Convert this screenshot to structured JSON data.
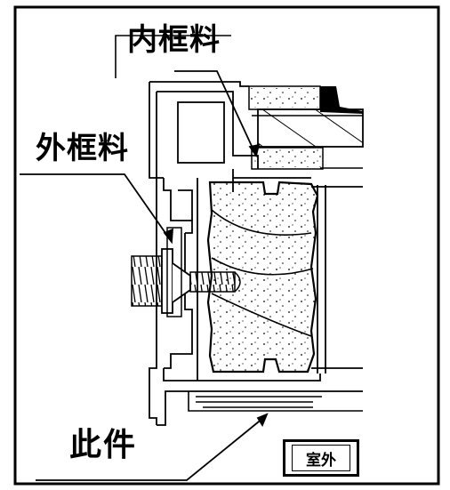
{
  "labels": {
    "inner_frame": "内框料",
    "outer_frame": "外框料",
    "this_part": "此件",
    "outdoor": "室外"
  },
  "colors": {
    "ink": "#000000",
    "background": "#ffffff"
  }
}
